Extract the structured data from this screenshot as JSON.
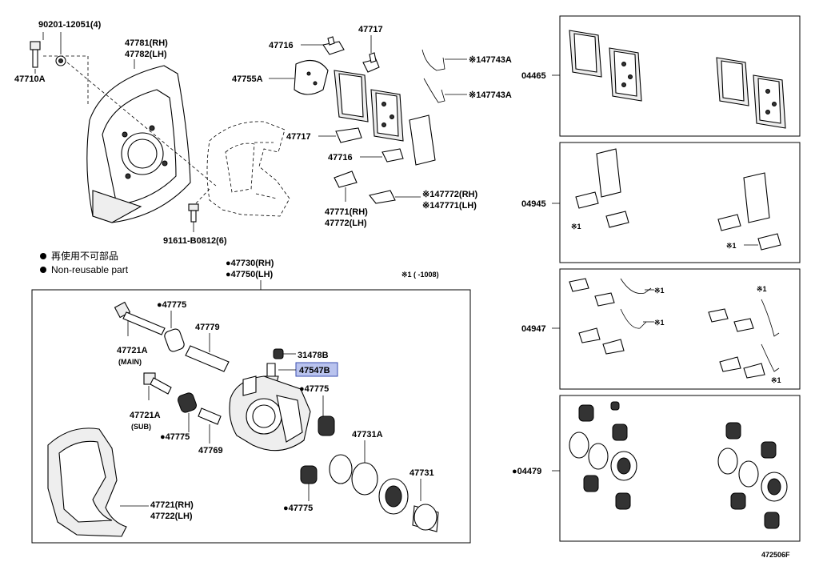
{
  "legend": {
    "line1": "再使用不可部品",
    "line2": "Non-reusable part"
  },
  "note_range": "※1 (      -1008)",
  "footer_code": "472506F",
  "labels": {
    "p90201": "90201-12051(4)",
    "p47710A": "47710A",
    "p47781": "47781(RH)",
    "p47782": "47782(LH)",
    "p91611": "91611-B0812(6)",
    "p47716a": "47716",
    "p47717a": "47717",
    "p47755A": "47755A",
    "p47717b": "47717",
    "p47716b": "47716",
    "p47771": "47771(RH)",
    "p47772": "47772(LH)",
    "p47743Aa": "※147743A",
    "p47743Ab": "※147743A",
    "p47772s": "※147772(RH)",
    "p47771s": "※147771(LH)",
    "p47730": "●47730(RH)",
    "p47750": "●47750(LH)",
    "p47775a": "●47775",
    "p47779": "47779",
    "p31478B": "31478B",
    "p47547B": "47547B",
    "p47721A_main": "47721A",
    "main_tag": "(MAIN)",
    "p47775b": "●47775",
    "p47721A_sub": "47721A",
    "sub_tag": "(SUB)",
    "p47775c": "●47775",
    "p47769": "47769",
    "p47731A": "47731A",
    "p47731": "47731",
    "p47721": "47721(RH)",
    "p47722": "47722(LH)",
    "p47775d": "●47775",
    "p04465": "04465",
    "p04945": "04945",
    "p04947": "04947",
    "p04479": "●04479",
    "mark1": "※1",
    "mark2": "※1",
    "mark3": "※1",
    "mark4": "※1",
    "mark5": "※1",
    "mark6": "※1"
  }
}
